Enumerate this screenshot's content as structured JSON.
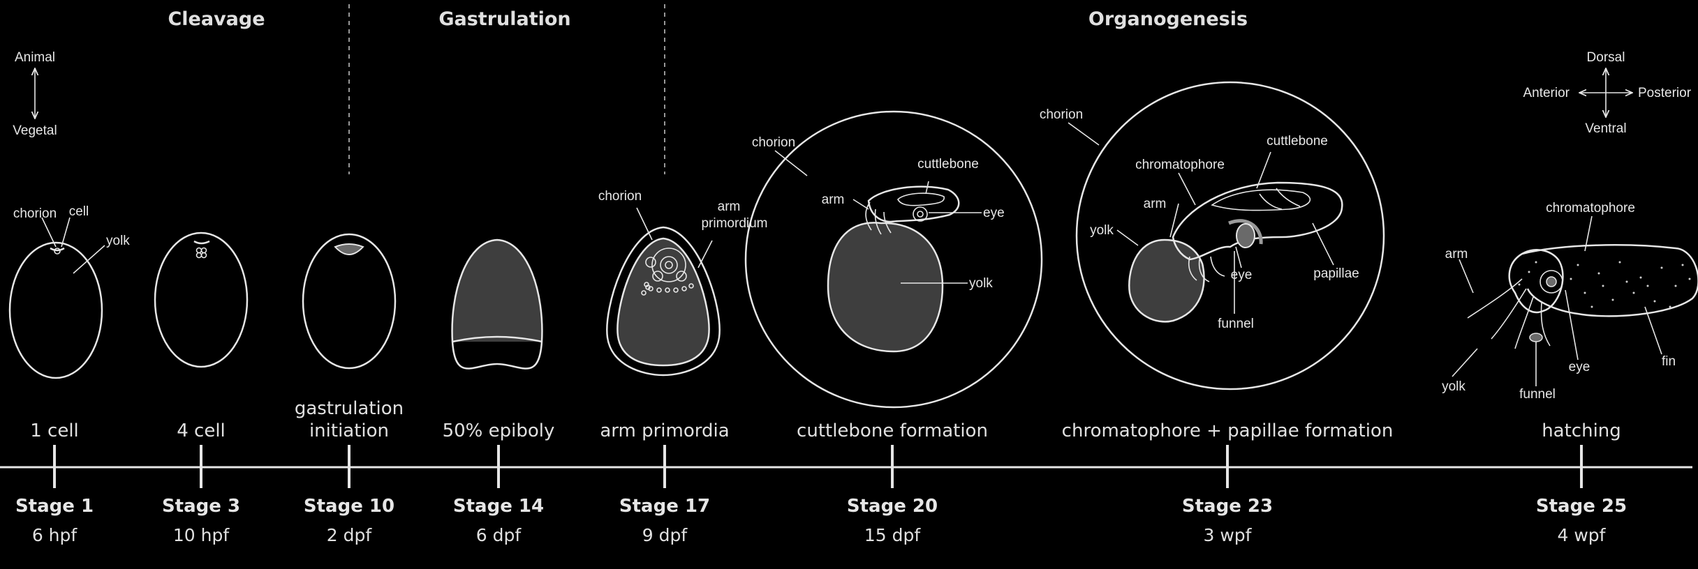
{
  "phases": {
    "cleavage": "Cleavage",
    "gastrulation": "Gastrulation",
    "organogenesis": "Organogenesis"
  },
  "axes": {
    "animal": "Animal",
    "vegetal": "Vegetal",
    "dorsal": "Dorsal",
    "ventral": "Ventral",
    "anterior": "Anterior",
    "posterior": "Posterior"
  },
  "anatomy": {
    "chorion": "chorion",
    "cell": "cell",
    "yolk": "yolk",
    "arm": "arm",
    "arm_primordium_1": "arm",
    "arm_primordium_2": "primordium",
    "cuttlebone": "cuttlebone",
    "eye": "eye",
    "chromatophore": "chromatophore",
    "papillae": "papillae",
    "funnel": "funnel",
    "fin": "fin"
  },
  "stages": [
    {
      "desc": [
        "1 cell"
      ],
      "stage": "Stage 1",
      "time": "6 hpf"
    },
    {
      "desc": [
        "4 cell"
      ],
      "stage": "Stage 3",
      "time": "10 hpf"
    },
    {
      "desc": [
        "gastrulation",
        "initiation"
      ],
      "stage": "Stage 10",
      "time": "2 dpf"
    },
    {
      "desc": [
        "50% epiboly"
      ],
      "stage": "Stage 14",
      "time": "6 dpf"
    },
    {
      "desc": [
        "arm primordia"
      ],
      "stage": "Stage 17",
      "time": "9 dpf"
    },
    {
      "desc": [
        "cuttlebone formation"
      ],
      "stage": "Stage 20",
      "time": "15 dpf"
    },
    {
      "desc": [
        "chromatophore + papillae formation"
      ],
      "stage": "Stage 23",
      "time": "3 wpf"
    },
    {
      "desc": [
        "hatching"
      ],
      "stage": "Stage 25",
      "time": "4 wpf"
    }
  ]
}
